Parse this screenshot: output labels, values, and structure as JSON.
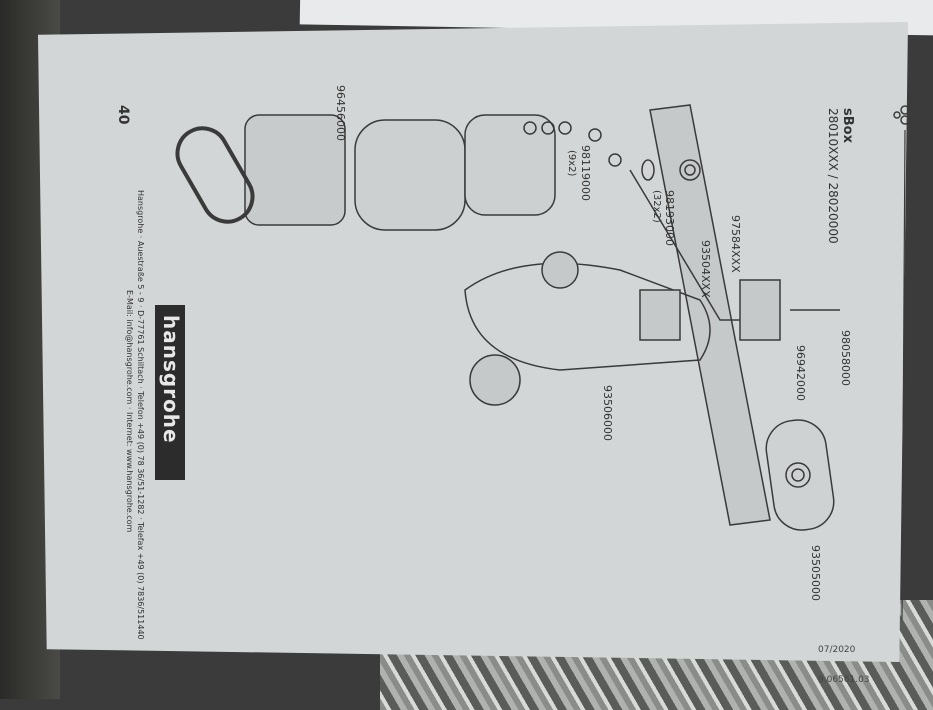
{
  "page": {
    "page_number": "40",
    "title": "sBox",
    "subtitle": "28010XXX / 28020000",
    "parts": [
      {
        "number": "98058000"
      },
      {
        "number": "96942000"
      },
      {
        "number": "93505000"
      },
      {
        "number": "93506000"
      },
      {
        "number": "97584XXX"
      },
      {
        "number": "98193000",
        "note": "(32x2)"
      },
      {
        "number": "93504XXX"
      },
      {
        "number": "98119000",
        "note": "(9x2)"
      },
      {
        "number": "96456000"
      }
    ],
    "footer": {
      "logo": "hansgrohe",
      "address": "Hansgrohe · Auestraße 5 - 9 · D-77761 Schiltach · Telefon +49 (0) 78 36/51-1282 · Telefax +49 (0) 7836/511440",
      "contact": "E-Mail: info@hansgrohe.com · Internet: www.hansgrohe.com"
    },
    "date": "07/2020",
    "doc_number": "9.06561.03"
  }
}
